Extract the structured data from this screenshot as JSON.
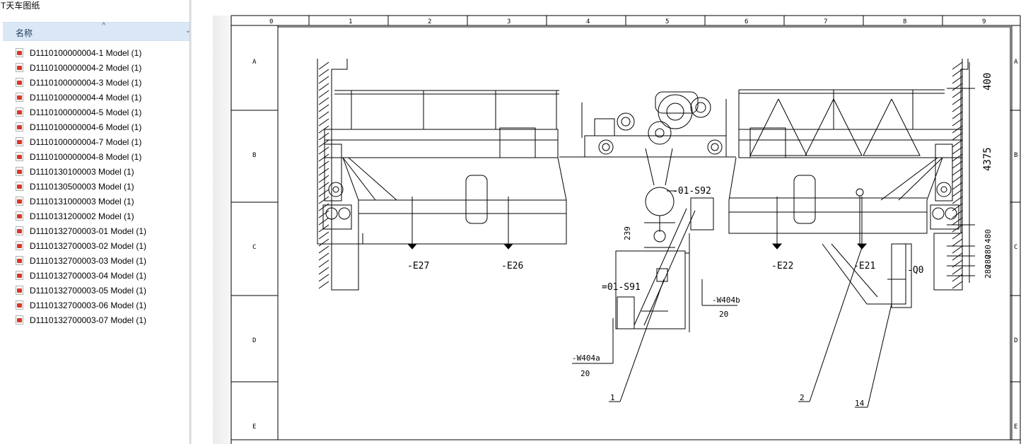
{
  "window": {
    "title": "T天车图纸"
  },
  "column_header": {
    "name_label": "名称",
    "sort_icon": "chevron-up-icon",
    "dropdown_icon": "chevron-down-icon"
  },
  "files": [
    {
      "name": "D1110100000004-1 Model (1)",
      "icon": "pdf-file-icon"
    },
    {
      "name": "D1110100000004-2 Model (1)",
      "icon": "pdf-file-icon"
    },
    {
      "name": "D1110100000004-3 Model (1)",
      "icon": "pdf-file-icon"
    },
    {
      "name": "D1110100000004-4 Model (1)",
      "icon": "pdf-file-icon"
    },
    {
      "name": "D1110100000004-5 Model (1)",
      "icon": "pdf-file-icon"
    },
    {
      "name": "D1110100000004-6 Model (1)",
      "icon": "pdf-file-icon"
    },
    {
      "name": "D1110100000004-7 Model (1)",
      "icon": "pdf-file-icon"
    },
    {
      "name": "D1110100000004-8 Model (1)",
      "icon": "pdf-file-icon"
    },
    {
      "name": "D1110130100003 Model (1)",
      "icon": "pdf-file-icon"
    },
    {
      "name": "D1110130500003 Model (1)",
      "icon": "pdf-file-icon"
    },
    {
      "name": "D1110131000003 Model (1)",
      "icon": "pdf-file-icon"
    },
    {
      "name": "D1110131200002 Model (1)",
      "icon": "pdf-file-icon"
    },
    {
      "name": "D1110132700003-01 Model (1)",
      "icon": "pdf-file-icon"
    },
    {
      "name": "D1110132700003-02 Model (1)",
      "icon": "pdf-file-icon"
    },
    {
      "name": "D1110132700003-03 Model (1)",
      "icon": "pdf-file-icon"
    },
    {
      "name": "D1110132700003-04 Model (1)",
      "icon": "pdf-file-icon"
    },
    {
      "name": "D1110132700003-05 Model (1)",
      "icon": "pdf-file-icon"
    },
    {
      "name": "D1110132700003-06 Model (1)",
      "icon": "pdf-file-icon"
    },
    {
      "name": "D1110132700003-07 Model (1)",
      "icon": "pdf-file-icon"
    }
  ],
  "drawing": {
    "column_labels": [
      "0",
      "1",
      "2",
      "3",
      "4",
      "5",
      "6",
      "7",
      "8",
      "9"
    ],
    "row_labels": [
      "A",
      "B",
      "C",
      "D",
      "E"
    ],
    "component_labels": {
      "e27": "-E27",
      "e26": "-E26",
      "e22": "-E22",
      "e21": "-E21",
      "s92": "-01-S92",
      "s91": "=01-S91",
      "q0": "-Q0",
      "w404b": "-W404b",
      "w404b_qty": "20",
      "w404a": "-W404a",
      "w404a_qty": "20",
      "dim_239": "239"
    },
    "dimensions": {
      "d400": "400",
      "d4375": "4375",
      "d480": "480",
      "d280a": "280",
      "d280b": "280",
      "d280c": "280"
    },
    "callouts": [
      "1",
      "2",
      "14"
    ]
  }
}
